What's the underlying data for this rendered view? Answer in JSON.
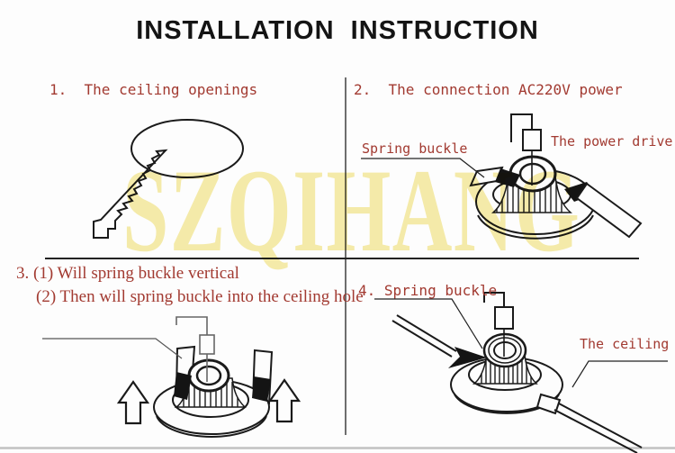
{
  "title": "INSTALLATION  INSTRUCTION",
  "watermark": "SZQIHANG",
  "colors": {
    "caption_red": "#a23a31",
    "title_black": "#141414",
    "watermark_yellow": "#f6ecaa",
    "line_art": "#1a1a1a",
    "divider": "#3d3d3d"
  },
  "steps": {
    "step1": {
      "caption": "1.  The ceiling openings"
    },
    "step2": {
      "caption": "2.  The connection AC220V power",
      "spring_buckle_label": "Spring buckle",
      "power_drive_label": "The power drive"
    },
    "step3": {
      "caption_line1": "3. (1) Will spring buckle vertical",
      "caption_line2": "(2) Then will spring buckle into the ceiling hole"
    },
    "step4": {
      "caption": "4. Spring buckle",
      "ceiling_label": "The ceiling"
    }
  }
}
